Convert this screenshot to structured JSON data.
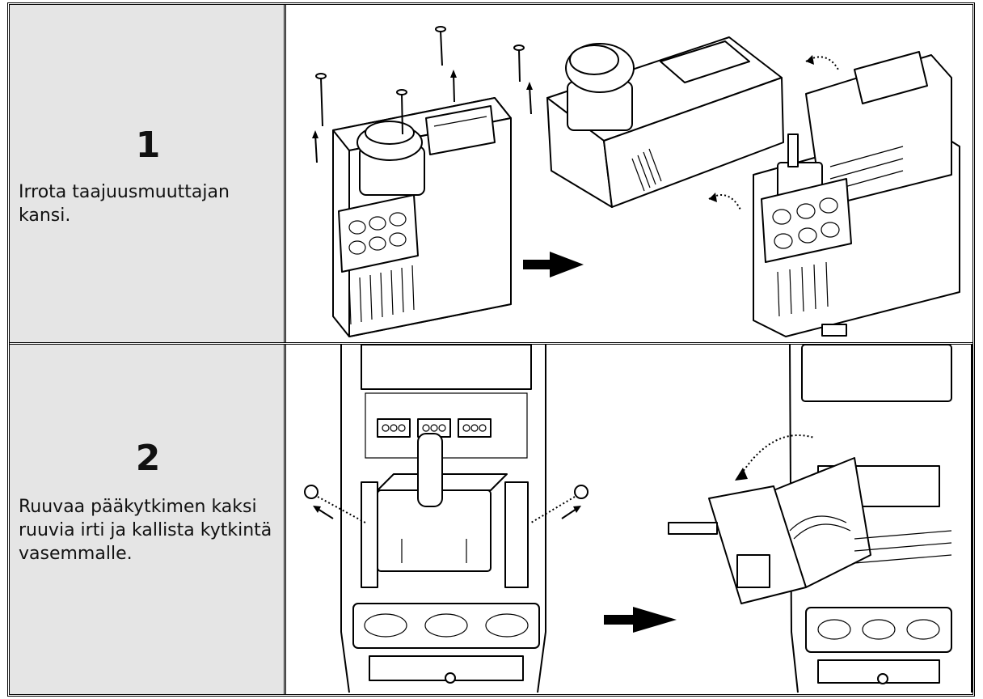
{
  "steps": [
    {
      "number": "1",
      "text": "Irrota taajuusmuuttajan kansi."
    },
    {
      "number": "2",
      "text": "Ruuvaa pääkytkimen kaksi ruuvia irti ja kallista kytkintä vasemmalle."
    }
  ],
  "colors": {
    "label_background": "#e5e5e5",
    "border": "#000000"
  }
}
